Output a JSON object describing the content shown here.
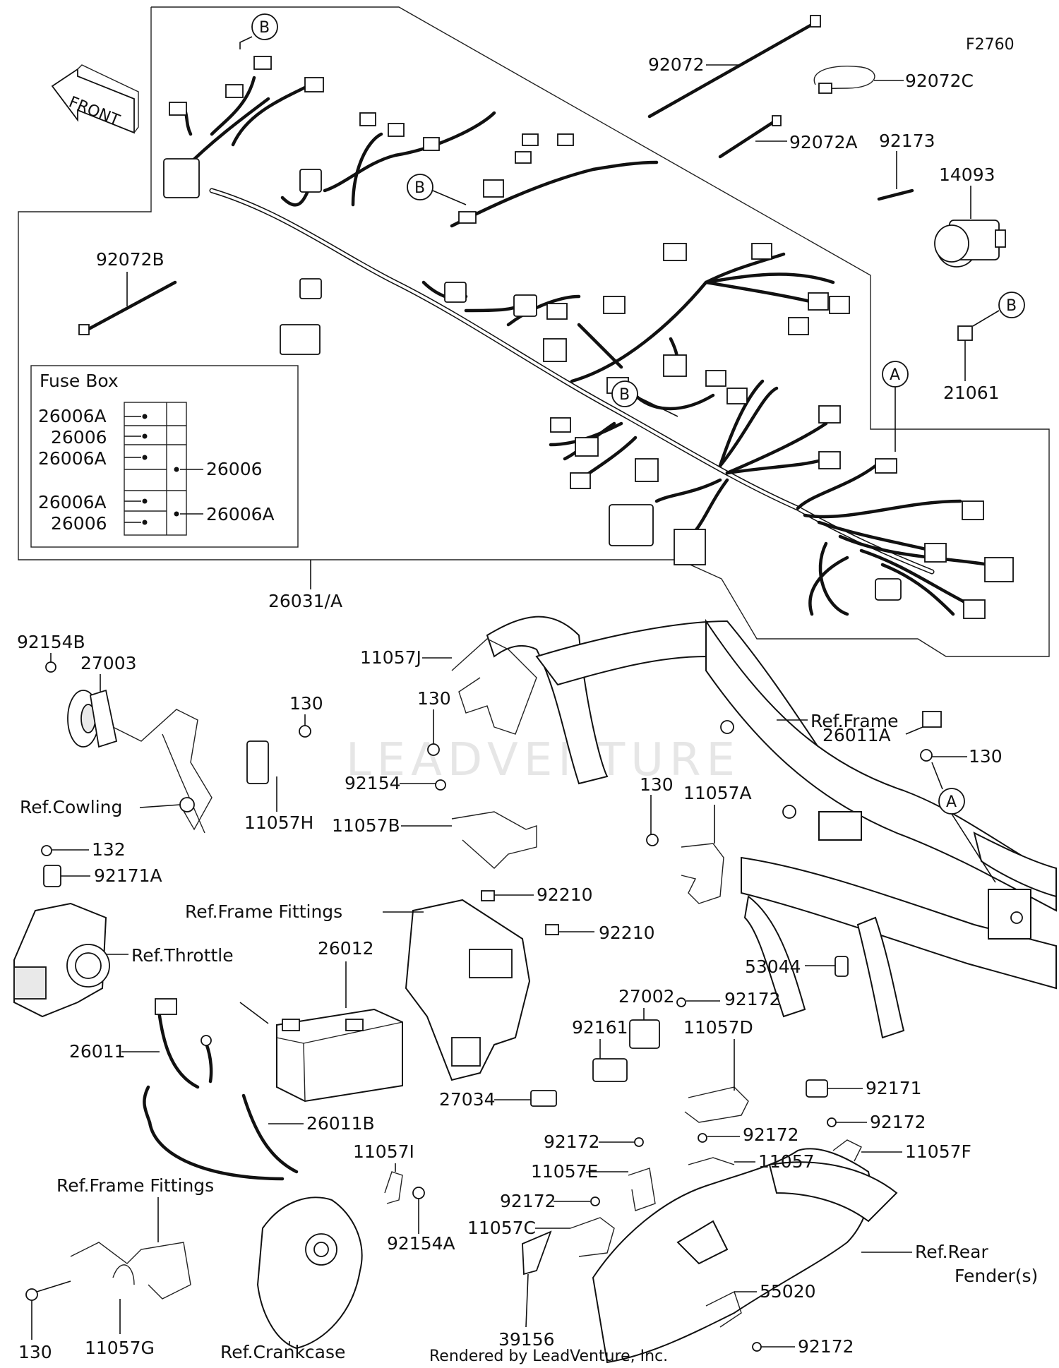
{
  "figure": {
    "code": "F2760",
    "front_label": "FRONT",
    "footer": "Rendered by LeadVenture, Inc.",
    "watermark": "LEADVENTURE"
  },
  "fuse_box": {
    "title": "Fuse Box",
    "left_labels": [
      "26006A",
      "26006",
      "26006A",
      "26006A",
      "26006"
    ],
    "right_labels": [
      "26006",
      "26006A"
    ]
  },
  "callouts": {
    "b": "B",
    "a": "A"
  },
  "labels": {
    "p92072": "92072",
    "p92072C": "92072C",
    "p92072A": "92072A",
    "p92173": "92173",
    "p14093": "14093",
    "p92072B": "92072B",
    "p21061": "21061",
    "p26031A": "26031/A",
    "p92154B": "92154B",
    "p27003": "27003",
    "p130_a": "130",
    "p11057J": "11057J",
    "p130_b": "130",
    "p26011A": "26011A",
    "ref_frame": "Ref.Frame",
    "p130_c": "130",
    "ref_cowling": "Ref.Cowling",
    "p11057H": "11057H",
    "p92154": "92154",
    "p11057B": "11057B",
    "p130_d": "130",
    "p11057A": "11057A",
    "p132": "132",
    "p92171A": "92171A",
    "p92210_a": "92210",
    "ref_frame_fittings_a": "Ref.Frame Fittings",
    "p92210_b": "92210",
    "ref_throttle": "Ref.Throttle",
    "p26012": "26012",
    "p53044": "53044",
    "p27002": "27002",
    "p92172_a": "92172",
    "p92161": "92161",
    "p11057D": "11057D",
    "p26011": "26011",
    "p27034": "27034",
    "p92171": "92171",
    "p26011B": "26011B",
    "p92172_b": "92172",
    "p92172_c": "92172",
    "p92172_d": "92172",
    "p11057F": "11057F",
    "p11057E": "11057E",
    "p11057": "11057",
    "p11057I": "11057I",
    "ref_frame_fittings_b": "Ref.Frame Fittings",
    "p92172_e": "92172",
    "p11057C": "11057C",
    "ref_rear_fender": "Ref.Rear",
    "ref_rear_fender_2": "Fender(s)",
    "p92154A": "92154A",
    "p55020": "55020",
    "p130_e": "130",
    "p11057G": "11057G",
    "ref_crankcase": "Ref.Crankcase",
    "p39156": "39156",
    "p92172_f": "92172"
  }
}
